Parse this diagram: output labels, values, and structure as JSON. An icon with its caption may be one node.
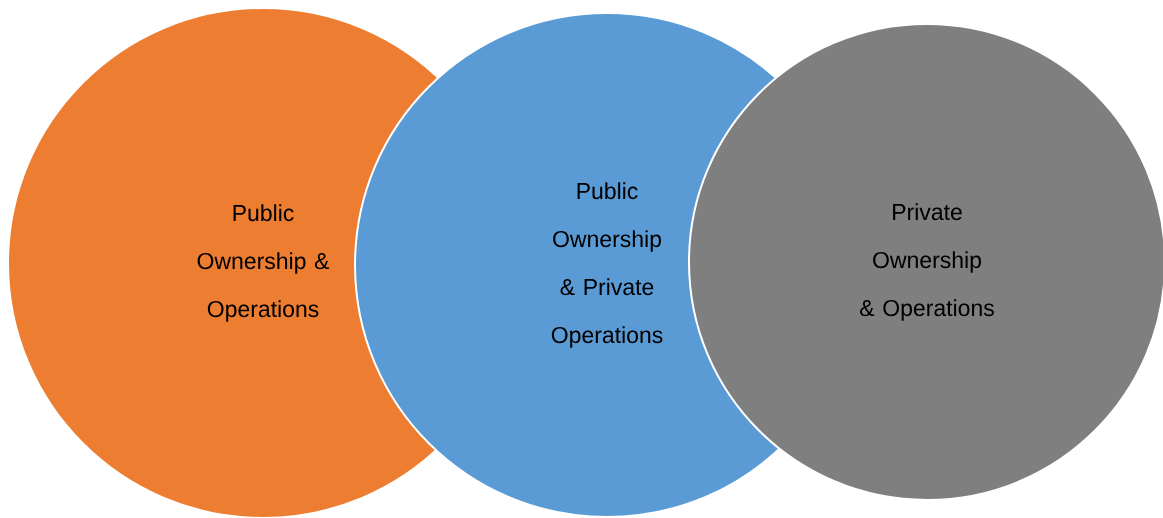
{
  "diagram": {
    "nodes": [
      {
        "text": [
          "Public Ownership & Operations"
        ]
      },
      {
        "text": [
          "Public Ownership & Private Operations"
        ]
      },
      {
        "text": [
          "Private Ownership & Operations"
        ]
      }
    ]
  }
}
